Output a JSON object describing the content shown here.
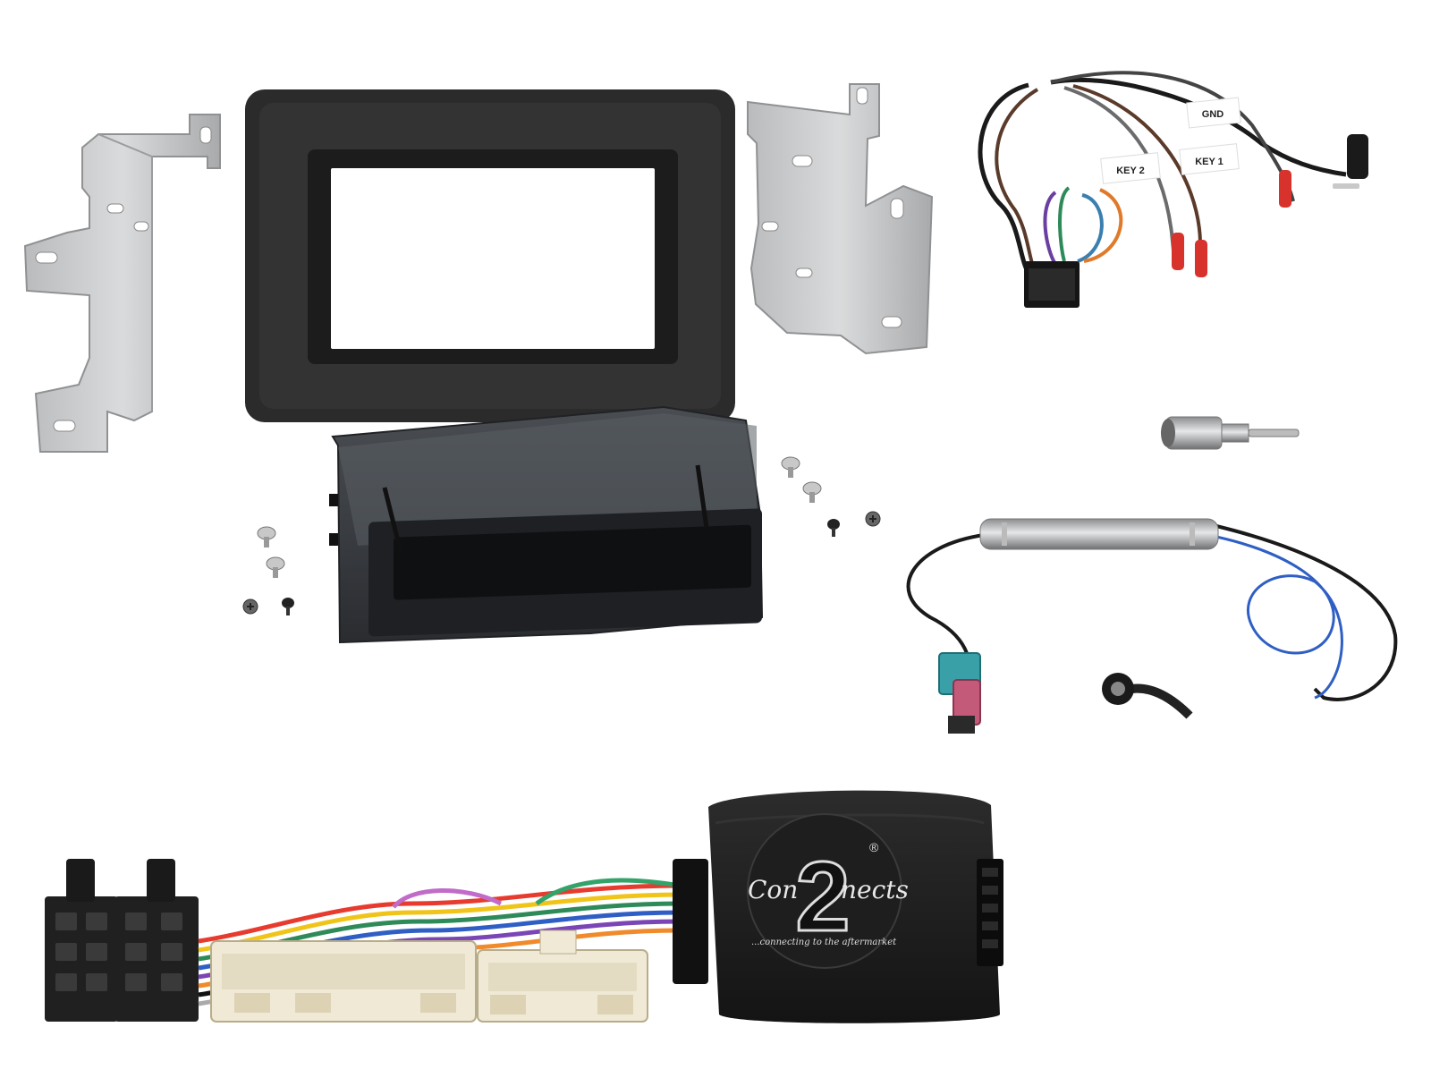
{
  "harness_labels": {
    "gnd": "GND",
    "key2": "KEY 2",
    "key1": "KEY 1"
  },
  "brand": {
    "numeral": "2",
    "registered": "®",
    "name_left": "Con",
    "name_right": "nects",
    "tagline": "...connecting to the aftermarket"
  },
  "colors": {
    "fascia": "#2b2b2b",
    "bracket": "#c9cbcc",
    "pocket": "#2f3236",
    "fakra": "#3aa0a8",
    "wire_blue": "#2f5fc4",
    "plug_red": "#d8322c",
    "connector_cream": "#efe9d6"
  }
}
